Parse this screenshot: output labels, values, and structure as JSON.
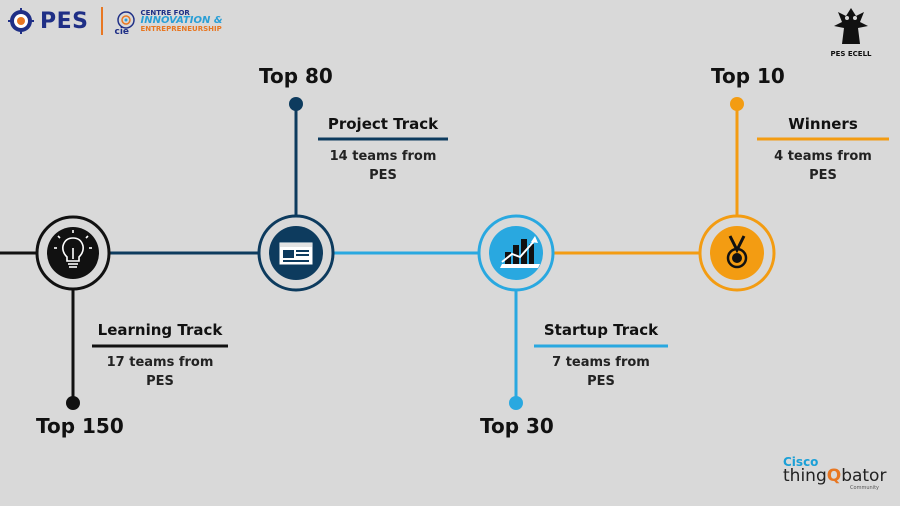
{
  "header": {
    "pes_text": "PES",
    "cie_abbr": "cie",
    "cie_line1": "CENTRE FOR",
    "cie_line2": "INNOVATION &",
    "cie_line3": "ENTREPRENEURSHIP",
    "ecell_label": "PES ECELL"
  },
  "stages": [
    {
      "top_label": "Top 150",
      "track": "Learning Track",
      "teams_line1": "17 teams from",
      "teams_line2": "PES"
    },
    {
      "top_label": "Top 80",
      "track": "Project Track",
      "teams_line1": "14 teams from",
      "teams_line2": "PES"
    },
    {
      "top_label": "Top 30",
      "track": "Startup Track",
      "teams_line1": "7 teams from",
      "teams_line2": "PES"
    },
    {
      "top_label": "Top 10",
      "track": "Winners",
      "teams_line1": "4 teams from",
      "teams_line2": "PES"
    }
  ],
  "icons": [
    "lightbulb-icon",
    "browser-window-icon",
    "growth-chart-icon",
    "medal-icon"
  ],
  "colors": {
    "background": "#d9d9d9",
    "dark_navy": "#0d3b5e",
    "light_blue": "#29a8e0",
    "orange": "#f39c12",
    "black": "#111111"
  },
  "footer": {
    "cisco_line1": "Cisco",
    "cisco_line2a": "thing",
    "cisco_line2b": "Q",
    "cisco_line2c": "bator",
    "cisco_line3": "Community"
  }
}
